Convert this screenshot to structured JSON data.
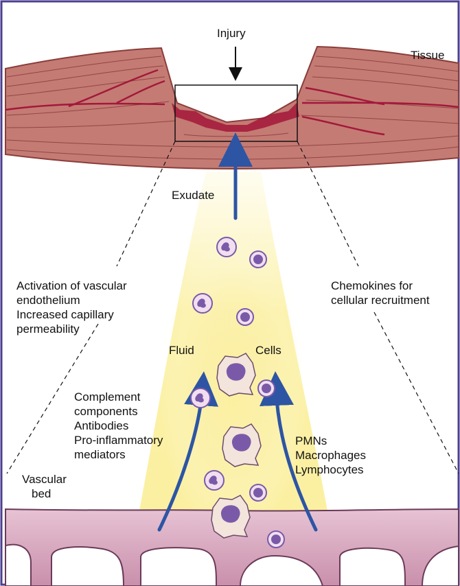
{
  "labels": {
    "injury": "Injury",
    "tissue": "Tissue",
    "exudate": "Exudate",
    "activation": [
      "Activation of vascular",
      "endothelium",
      "Increased capillary",
      "permeability"
    ],
    "chemokines": [
      "Chemokines for",
      "cellular recruitment"
    ],
    "fluid": "Fluid",
    "cells": "Cells",
    "complement": [
      "Complement",
      "components",
      "Antibodies",
      "Pro-inflammatory",
      "mediators"
    ],
    "cell_types": [
      "PMNs",
      "Macrophages",
      "Lymphocytes"
    ],
    "vascular_bed": [
      "Vascular",
      "bed"
    ]
  },
  "colors": {
    "frame": "#4b3f8f",
    "muscle": "#c47b74",
    "muscle_dark": "#8a3d3a",
    "muscle_fiber": "#7d2e2e",
    "vessel_red": "#a3183a",
    "exudate_glow": "#fbf0b0",
    "arrow_blue": "#2d55a4",
    "vascular_fill": "#d6a5be",
    "vascular_line": "#6a3a58",
    "cell_purple": "#7a5aa8",
    "macrophage_fill": "#f3e4dc"
  }
}
